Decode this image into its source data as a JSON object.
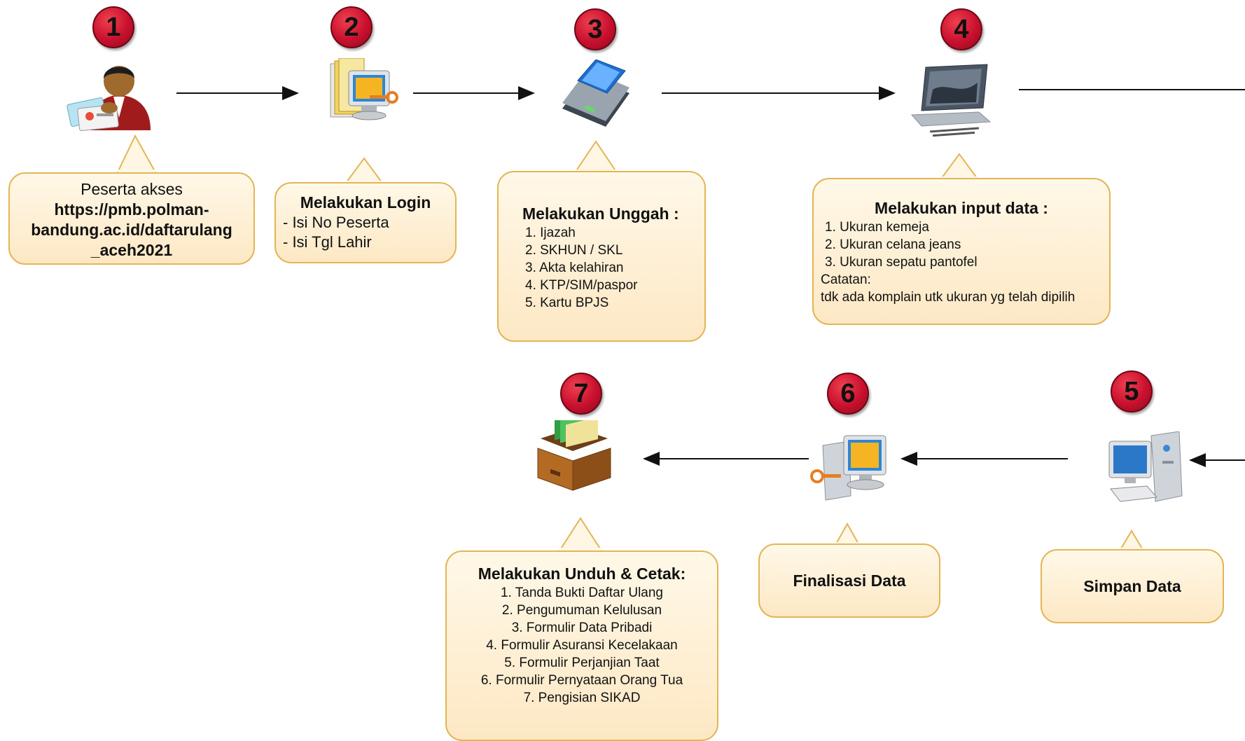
{
  "steps": [
    {
      "num": "1"
    },
    {
      "num": "2"
    },
    {
      "num": "3"
    },
    {
      "num": "4"
    },
    {
      "num": "5"
    },
    {
      "num": "6"
    },
    {
      "num": "7"
    }
  ],
  "box1": {
    "line1": "Peserta akses",
    "line2": "https://pmb.polman-",
    "line3": "bandung.ac.id/daftarulang",
    "line4": "_aceh2021"
  },
  "box2": {
    "title": "Melakukan Login",
    "items": [
      "- Isi No Peserta",
      "- Isi Tgl Lahir"
    ]
  },
  "box3": {
    "title": "Melakukan Unggah :",
    "items": [
      "1. Ijazah",
      "2. SKHUN / SKL",
      "3. Akta kelahiran",
      "4. KTP/SIM/paspor",
      "5. Kartu BPJS"
    ]
  },
  "box4": {
    "title": "Melakukan input data :",
    "items": [
      "1. Ukuran kemeja",
      "2. Ukuran celana jeans",
      "3. Ukuran sepatu pantofel"
    ],
    "note_label": "Catatan:",
    "note": "tdk ada komplain utk ukuran yg telah dipilih"
  },
  "box5": {
    "title": "Simpan Data"
  },
  "box6": {
    "title": "Finalisasi Data"
  },
  "box7": {
    "title": "Melakukan Unduh & Cetak:",
    "items": [
      "1. Tanda Bukti Daftar Ulang",
      "2. Pengumuman Kelulusan",
      "3. Formulir Data Pribadi",
      "4. Formulir Asuransi Kecelakaan",
      "5. Formulir Perjanjian Taat",
      "6. Formulir Pernyataan Orang Tua",
      "7. Pengisian SIKAD"
    ]
  },
  "colors": {
    "badge": "#c8102e",
    "callout_fill": "#fde8c4",
    "callout_border": "#e3b556",
    "arrow": "#111111"
  },
  "icons": [
    "user-with-card-icon",
    "folder-key-monitor-icon",
    "scanner-icon",
    "laptop-icon",
    "desktop-computer-icon",
    "computer-key-icon",
    "file-drawer-icon"
  ]
}
